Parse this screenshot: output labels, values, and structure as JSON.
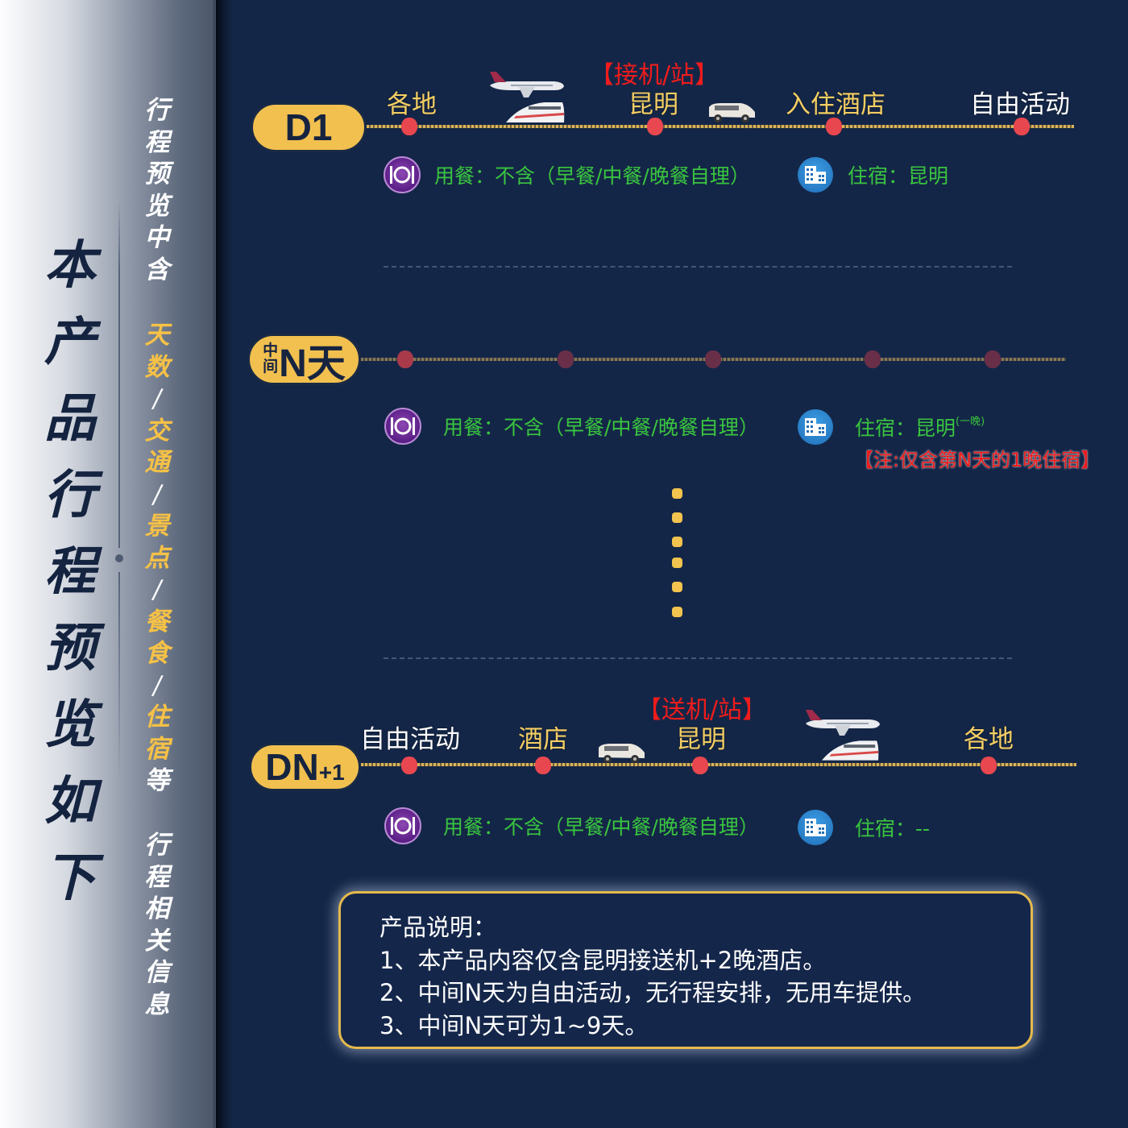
{
  "sidebar": {
    "title_chars": [
      "本",
      "产",
      "品",
      "行",
      "程",
      "预",
      "览",
      "如",
      "下"
    ],
    "col_top_chars": [
      "行",
      "程",
      "预",
      "览",
      "中",
      "含"
    ],
    "col_mid": [
      {
        "t": "天",
        "c": "gold"
      },
      {
        "t": "数",
        "c": "gold"
      },
      {
        "t": "/",
        "c": "white"
      },
      {
        "t": "交",
        "c": "gold"
      },
      {
        "t": "通",
        "c": "gold"
      },
      {
        "t": "/",
        "c": "white"
      },
      {
        "t": "景",
        "c": "gold"
      },
      {
        "t": "点",
        "c": "gold"
      },
      {
        "t": "/",
        "c": "white"
      },
      {
        "t": "餐",
        "c": "gold"
      },
      {
        "t": "食",
        "c": "gold"
      },
      {
        "t": "/",
        "c": "white"
      },
      {
        "t": "住",
        "c": "gold"
      },
      {
        "t": "宿",
        "c": "gold"
      },
      {
        "t": "等",
        "c": "white"
      }
    ],
    "col_bottom_chars": [
      "行",
      "程",
      "相",
      "关",
      "信",
      "息"
    ]
  },
  "days": {
    "d1": {
      "badge": "D1",
      "transfer_note": "【接机/站】",
      "stops": [
        {
          "label": "各地",
          "color": "gold"
        },
        {
          "label": "昆明",
          "color": "gold"
        },
        {
          "label": "入住酒店",
          "color": "gold"
        },
        {
          "label": "自由活动",
          "color": "white"
        }
      ],
      "meal": "用餐：不含（早餐/中餐/晚餐自理）",
      "hotel": "住宿：昆明"
    },
    "middle": {
      "badge_small_top": "中",
      "badge_small_bottom": "间",
      "badge_main": "N天",
      "meal": "用餐：不含（早餐/中餐/晚餐自理）",
      "hotel": "住宿：昆明",
      "hotel_sup": "(一晚)",
      "hotel_note": "【注:仅含第N天的1晚住宿】"
    },
    "last": {
      "badge": "DN",
      "badge_sub": "+1",
      "transfer_note": "【送机/站】",
      "stops": [
        {
          "label": "自由活动",
          "color": "white"
        },
        {
          "label": "酒店",
          "color": "gold"
        },
        {
          "label": "昆明",
          "color": "gold"
        },
        {
          "label": "各地",
          "color": "gold"
        }
      ],
      "meal": "用餐：不含（早餐/中餐/晚餐自理）",
      "hotel": "住宿：--"
    }
  },
  "icons": {
    "meal": "dining-plate-icon",
    "hotel": "hotel-building-icon",
    "plane": "airplane-icon",
    "train": "bullet-train-icon",
    "car": "minivan-icon"
  },
  "colors": {
    "background": "#142647",
    "badge": "#f2c04f",
    "node": "#e8474f",
    "meal_text": "#39c43f",
    "note_red": "#ee1c1c",
    "stop_gold": "#f4ce63"
  },
  "product_note": {
    "title": "产品说明：",
    "lines": [
      "1、本产品内容仅含昆明接送机+2晚酒店。",
      "2、中间N天为自由活动，无行程安排，无用车提供。",
      "3、中间N天可为1~9天。"
    ]
  }
}
